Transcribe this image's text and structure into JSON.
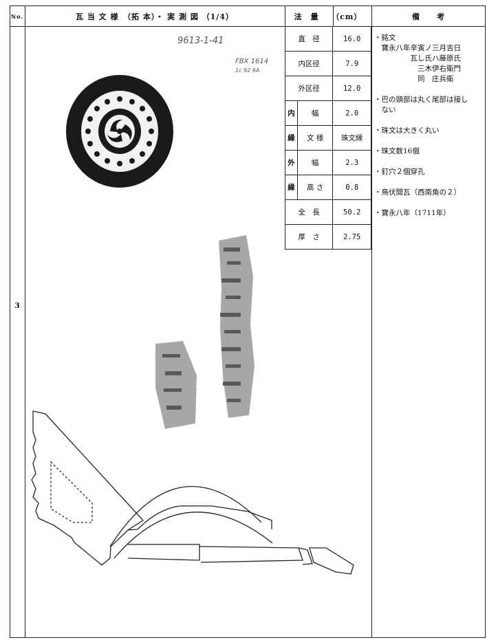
{
  "header": {
    "no": "No.",
    "pattern": "瓦 当 文 様　（拓 本）・ 実 測 図 （1/4）",
    "measurements": "法　量　　（cm）",
    "remarks": "備　　考"
  },
  "row_number": "3",
  "handwritten": {
    "id": "9613-1-41",
    "note1": "FBX 1614",
    "note2": "1c 92 9A"
  },
  "measurements": {
    "diameter": {
      "label": "直　径",
      "value": "16.0"
    },
    "inner_diameter": {
      "label": "内区径",
      "value": "7.9"
    },
    "outer_diameter": {
      "label": "外区径",
      "value": "12.0"
    },
    "inner_rim_label": "内",
    "inner_rim_label2": "縁",
    "inner_width": {
      "label": "幅",
      "value": "2.0"
    },
    "pattern": {
      "label": "文 様",
      "value": "珠文縁"
    },
    "outer_rim_label": "外",
    "outer_rim_label2": "縁",
    "outer_width": {
      "label": "幅",
      "value": "2.3"
    },
    "outer_height": {
      "label": "高 さ",
      "value": "0.8"
    },
    "total_length": {
      "label": "全　長",
      "value": "50.2"
    },
    "thickness": {
      "label": "厚　さ",
      "value": "2.75"
    }
  },
  "remarks": [
    "・銘文",
    "　寶永八年辛寅ノ三月吉日",
    "　　　　　瓦し氏ハ藤原氏",
    "　　　　　　三木伊右衛門",
    "　　　　　　同　庄兵衛",
    "",
    "・巴の頭部は丸く尾部は接し",
    "　ない",
    "",
    "・珠文は大きく丸い",
    "",
    "・珠文数16個",
    "",
    "・釘穴２個穿孔",
    "",
    "・鳥伏間瓦（西南角の２）",
    "",
    "・寶永八年（1711年）"
  ]
}
